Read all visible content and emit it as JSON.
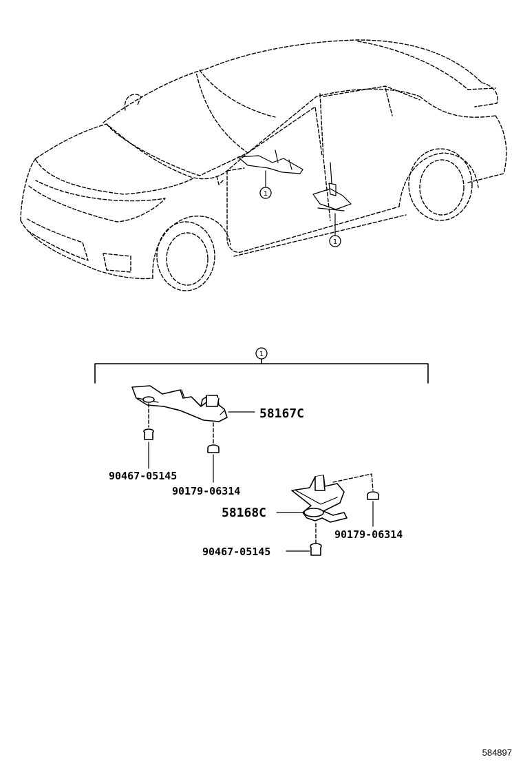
{
  "callout_marker": "1",
  "parts": {
    "bracket_upper": "58167C",
    "bracket_lower": "58168C",
    "upper_bolt": "90467-05145",
    "upper_nut": "90179-06314",
    "lower_nut": "90179-06314",
    "lower_bolt": "90467-05145"
  },
  "illustration_ref": "584897"
}
